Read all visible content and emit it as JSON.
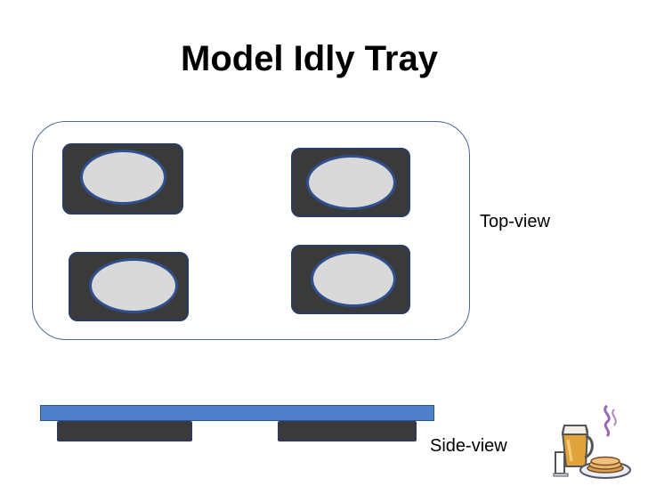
{
  "title": "Model Idly Tray",
  "labels": {
    "top_view": "Top-view",
    "side_view": "Side-view"
  },
  "colors": {
    "cup": "#3a3a3a",
    "idly": "#d9d9d9",
    "outline": "#2f4f8f",
    "plate": "#4f7fc8"
  },
  "icons": {
    "clipart": "idly-breakfast-clipart"
  }
}
